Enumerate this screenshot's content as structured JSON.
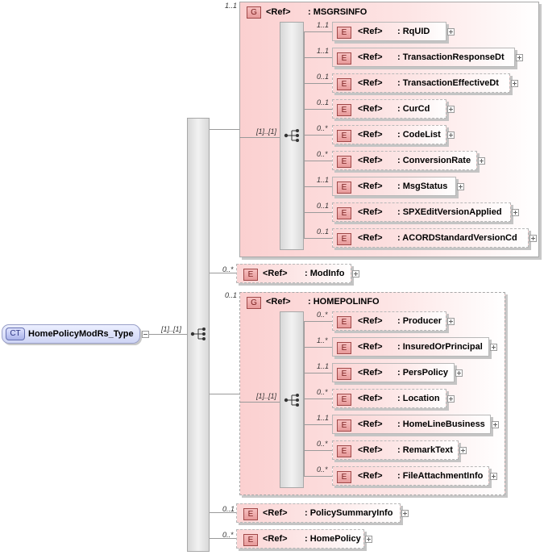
{
  "root": {
    "badge": "CT",
    "name": "HomePolicyModRs_Type",
    "seq_cardinality": "[1]..[1]"
  },
  "msgrsinfo": {
    "cardinality": "1..1",
    "badge": "G",
    "ref": "<Ref>",
    "name": ": MSGRSINFO",
    "seq_cardinality": "[1]..[1]",
    "items": [
      {
        "card": "1..1",
        "badge": "E",
        "ref": "<Ref>",
        "name": ": RqUID"
      },
      {
        "card": "1..1",
        "badge": "E",
        "ref": "<Ref>",
        "name": ": TransactionResponseDt"
      },
      {
        "card": "0..1",
        "badge": "E",
        "ref": "<Ref>",
        "name": ": TransactionEffectiveDt"
      },
      {
        "card": "0..1",
        "badge": "E",
        "ref": "<Ref>",
        "name": ": CurCd"
      },
      {
        "card": "0..*",
        "badge": "E",
        "ref": "<Ref>",
        "name": ": CodeList"
      },
      {
        "card": "0..*",
        "badge": "E",
        "ref": "<Ref>",
        "name": ": ConversionRate"
      },
      {
        "card": "1..1",
        "badge": "E",
        "ref": "<Ref>",
        "name": ": MsgStatus"
      },
      {
        "card": "0..1",
        "badge": "E",
        "ref": "<Ref>",
        "name": ": SPXEditVersionApplied"
      },
      {
        "card": "0..1",
        "badge": "E",
        "ref": "<Ref>",
        "name": ": ACORDStandardVersionCd"
      }
    ]
  },
  "modinfo": {
    "card": "0..*",
    "badge": "E",
    "ref": "<Ref>",
    "name": ": ModInfo"
  },
  "homepolinfo": {
    "cardinality": "0..1",
    "badge": "G",
    "ref": "<Ref>",
    "name": ": HOMEPOLINFO",
    "seq_cardinality": "[1]..[1]",
    "items": [
      {
        "card": "0..*",
        "badge": "E",
        "ref": "<Ref>",
        "name": ": Producer"
      },
      {
        "card": "1..*",
        "badge": "E",
        "ref": "<Ref>",
        "name": ": InsuredOrPrincipal"
      },
      {
        "card": "1..1",
        "badge": "E",
        "ref": "<Ref>",
        "name": ": PersPolicy"
      },
      {
        "card": "0..*",
        "badge": "E",
        "ref": "<Ref>",
        "name": ": Location"
      },
      {
        "card": "1..1",
        "badge": "E",
        "ref": "<Ref>",
        "name": ": HomeLineBusiness"
      },
      {
        "card": "0..*",
        "badge": "E",
        "ref": "<Ref>",
        "name": ": RemarkText"
      },
      {
        "card": "0..*",
        "badge": "E",
        "ref": "<Ref>",
        "name": ": FileAttachmentInfo"
      }
    ]
  },
  "policysummaryinfo": {
    "card": "0..1",
    "badge": "E",
    "ref": "<Ref>",
    "name": ": PolicySummaryInfo"
  },
  "homepolicy": {
    "card": "0..*",
    "badge": "E",
    "ref": "<Ref>",
    "name": ": HomePolicy"
  }
}
